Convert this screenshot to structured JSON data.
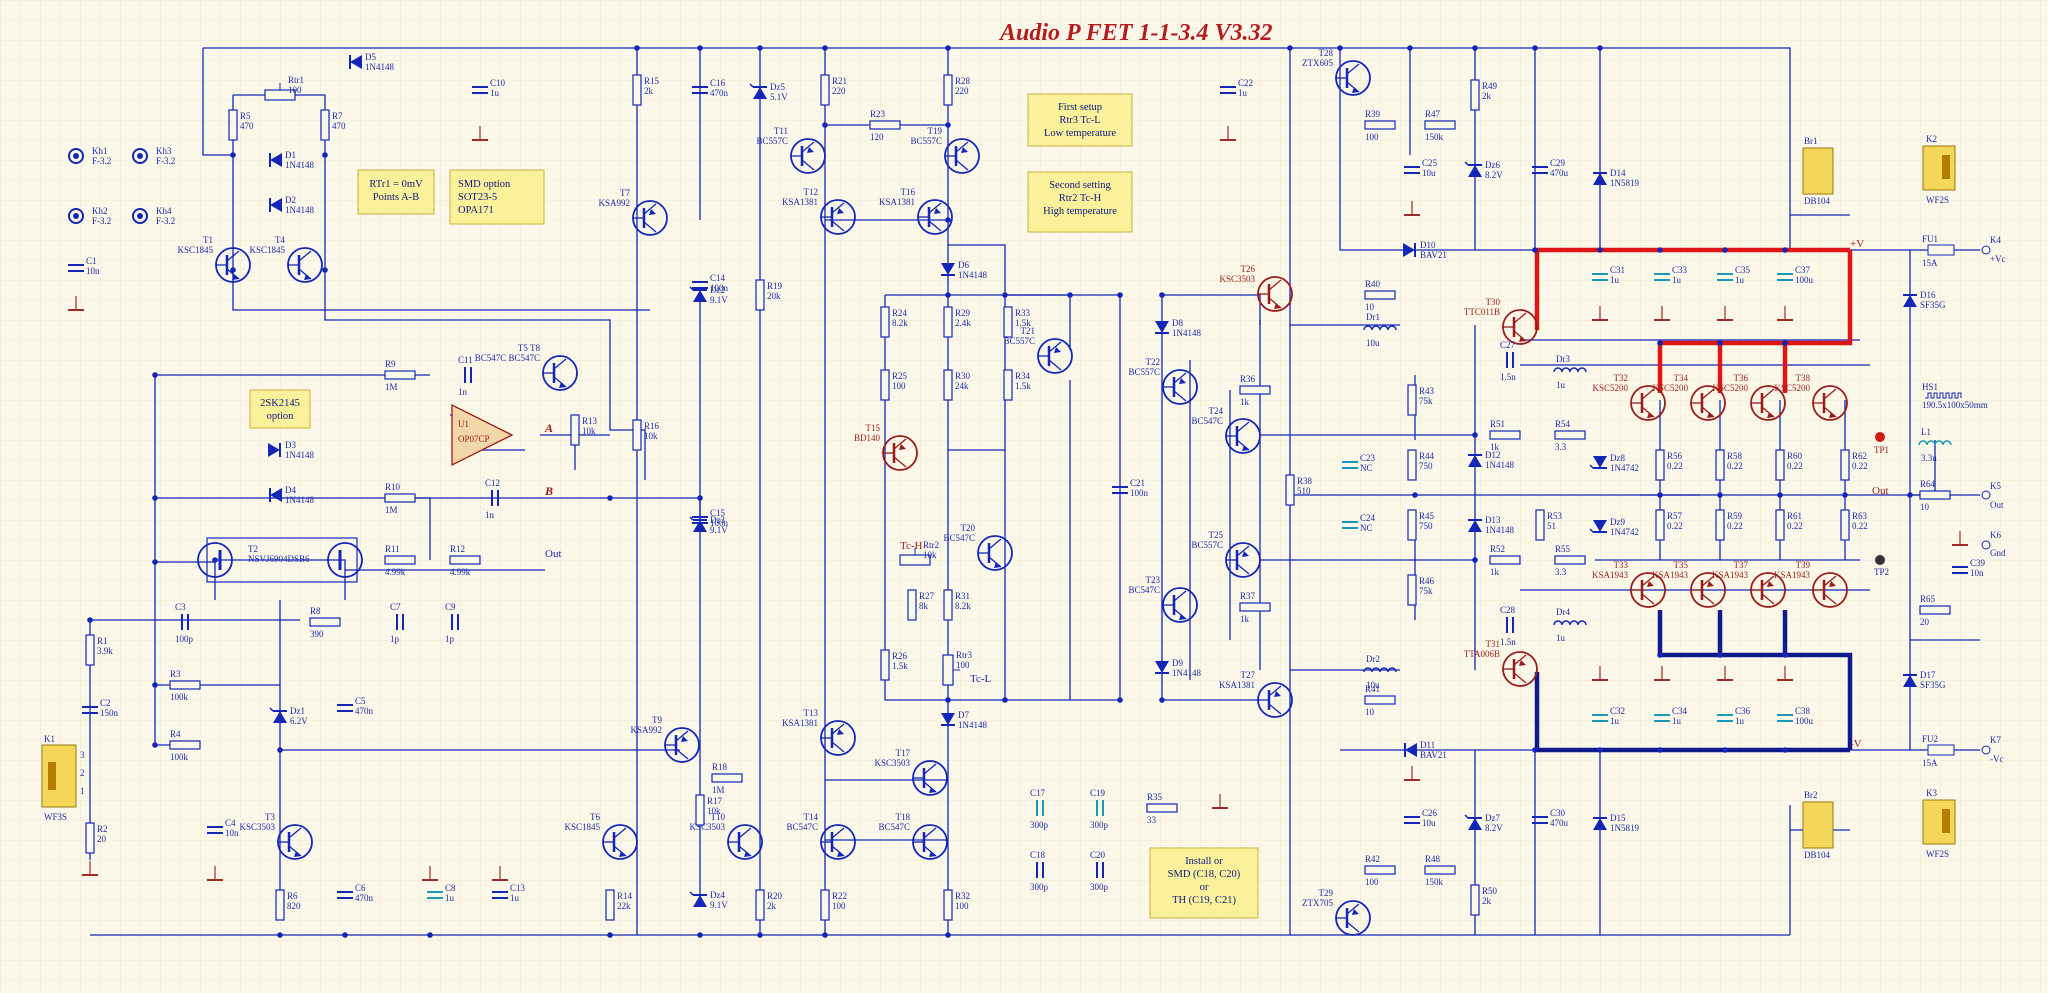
{
  "title": "Audio P FET 1-1-3.4 V3.32",
  "notes": {
    "first_setup": [
      "First setup",
      "Rtr3 Tc-L",
      "Low temperature"
    ],
    "second_setting": [
      "Second setting",
      "Rtr2 Tc-H",
      "High temperature"
    ],
    "rtr1": [
      "RTr1 = 0mV",
      "Points  A-B"
    ],
    "smd_option": [
      "SMD option",
      "SOT23-5",
      "OPA171"
    ],
    "sk2145": [
      "2SK2145",
      "option"
    ],
    "install": [
      "Install or",
      "SMD (C18, C20)",
      "or",
      "TH (C19, C21)"
    ]
  },
  "nets": {
    "a": "A",
    "b": "B",
    "out_small": "Out",
    "out": "Out",
    "plus_v": "+V",
    "minus_v": "-V",
    "tc_h": "Tc-H",
    "tc_l": "Tc-L"
  },
  "connectors": {
    "k1": {
      "ref": "K1",
      "val": "WF3S",
      "pins": [
        "3",
        "2",
        "1"
      ]
    },
    "k2": {
      "ref": "K2",
      "val": "WF2S"
    },
    "k3": {
      "ref": "K3",
      "val": "WF2S"
    },
    "k4": {
      "ref": "K4",
      "val": "+Vc"
    },
    "k5": {
      "ref": "K5",
      "val": "Out"
    },
    "k6": {
      "ref": "K6",
      "val": "Gnd"
    },
    "k7": {
      "ref": "K7",
      "val": "-Vc"
    },
    "tp1": "TP1",
    "tp2": "TP2"
  },
  "mounting": [
    {
      "ref": "Kh1",
      "val": "F-3.2"
    },
    {
      "ref": "Kh3",
      "val": "F-3.2"
    },
    {
      "ref": "Kh2",
      "val": "F-3.2"
    },
    {
      "ref": "Kh4",
      "val": "F-3.2"
    }
  ],
  "transistors": [
    {
      "ref": "T1",
      "val": "KSC1845"
    },
    {
      "ref": "T4",
      "val": "KSC1845"
    },
    {
      "ref": "T2",
      "val": "NSVJ6904DSB6"
    },
    {
      "ref": "T3",
      "val": "KSC3503"
    },
    {
      "ref": "T5 T8",
      "val": "BC547C BC547C"
    },
    {
      "ref": "T6",
      "val": "KSC1845"
    },
    {
      "ref": "T7",
      "val": "KSA992"
    },
    {
      "ref": "T9",
      "val": "KSA992"
    },
    {
      "ref": "T10",
      "val": "KSC3503"
    },
    {
      "ref": "T11",
      "val": "BC557C"
    },
    {
      "ref": "T12",
      "val": "KSA1381"
    },
    {
      "ref": "T13",
      "val": "KSA1381"
    },
    {
      "ref": "T14",
      "val": "BC547C"
    },
    {
      "ref": "T15",
      "val": "BD140"
    },
    {
      "ref": "T16",
      "val": "KSA1381"
    },
    {
      "ref": "T17",
      "val": "KSC3503"
    },
    {
      "ref": "T18",
      "val": "BC547C"
    },
    {
      "ref": "T19",
      "val": "BC557C"
    },
    {
      "ref": "T20",
      "val": "BC547C"
    },
    {
      "ref": "T21",
      "val": "BC557C"
    },
    {
      "ref": "T22",
      "val": "BC557C"
    },
    {
      "ref": "T23",
      "val": "BC547C"
    },
    {
      "ref": "T24",
      "val": "BC547C"
    },
    {
      "ref": "T25",
      "val": "BC557C"
    },
    {
      "ref": "T26",
      "val": "KSC3503"
    },
    {
      "ref": "T27",
      "val": "KSA1381"
    },
    {
      "ref": "T28",
      "val": "ZTX605"
    },
    {
      "ref": "T29",
      "val": "ZTX705"
    },
    {
      "ref": "T30",
      "val": "TTC011B"
    },
    {
      "ref": "T31",
      "val": "TTA006B"
    },
    {
      "ref": "T32",
      "val": "KSC5200"
    },
    {
      "ref": "T34",
      "val": "KSC5200"
    },
    {
      "ref": "T36",
      "val": "KSC5200"
    },
    {
      "ref": "T38",
      "val": "KSC5200"
    },
    {
      "ref": "T33",
      "val": "KSA1943"
    },
    {
      "ref": "T35",
      "val": "KSA1943"
    },
    {
      "ref": "T37",
      "val": "KSA1943"
    },
    {
      "ref": "T39",
      "val": "KSA1943"
    }
  ],
  "opamp": {
    "ref": "U1",
    "val": "OP07CP"
  },
  "resistors": [
    {
      "ref": "R1",
      "val": "3.9k"
    },
    {
      "ref": "R2",
      "val": "20"
    },
    {
      "ref": "R3",
      "val": "100k"
    },
    {
      "ref": "R4",
      "val": "100k"
    },
    {
      "ref": "R5",
      "val": "470"
    },
    {
      "ref": "R6",
      "val": "820"
    },
    {
      "ref": "R7",
      "val": "470"
    },
    {
      "ref": "R8",
      "val": "390"
    },
    {
      "ref": "R9",
      "val": "1M"
    },
    {
      "ref": "R10",
      "val": "1M"
    },
    {
      "ref": "R11",
      "val": "4.99k"
    },
    {
      "ref": "R12",
      "val": "4.99k"
    },
    {
      "ref": "R13",
      "val": "10k"
    },
    {
      "ref": "R14",
      "val": "22k"
    },
    {
      "ref": "R15",
      "val": "2k"
    },
    {
      "ref": "R16",
      "val": "10k"
    },
    {
      "ref": "R17",
      "val": "10k"
    },
    {
      "ref": "R18",
      "val": "1M"
    },
    {
      "ref": "R19",
      "val": "20k"
    },
    {
      "ref": "R20",
      "val": "2k"
    },
    {
      "ref": "R21",
      "val": "220"
    },
    {
      "ref": "R22",
      "val": "100"
    },
    {
      "ref": "R23",
      "val": "120"
    },
    {
      "ref": "R24",
      "val": "8.2k"
    },
    {
      "ref": "R25",
      "val": "100"
    },
    {
      "ref": "R26",
      "val": "1.5k"
    },
    {
      "ref": "R27",
      "val": "8k"
    },
    {
      "ref": "R28",
      "val": "220"
    },
    {
      "ref": "R29",
      "val": "2.4k"
    },
    {
      "ref": "R30",
      "val": "24k"
    },
    {
      "ref": "R31",
      "val": "8.2k"
    },
    {
      "ref": "R32",
      "val": "100"
    },
    {
      "ref": "R33",
      "val": "1.5k"
    },
    {
      "ref": "R34",
      "val": "1.5k"
    },
    {
      "ref": "R35",
      "val": "33"
    },
    {
      "ref": "R36",
      "val": "1k"
    },
    {
      "ref": "R37",
      "val": "1k"
    },
    {
      "ref": "R38",
      "val": "510"
    },
    {
      "ref": "R39",
      "val": "100"
    },
    {
      "ref": "R40",
      "val": "10"
    },
    {
      "ref": "R41",
      "val": "10"
    },
    {
      "ref": "R42",
      "val": "100"
    },
    {
      "ref": "R43",
      "val": "75k"
    },
    {
      "ref": "R44",
      "val": "750"
    },
    {
      "ref": "R45",
      "val": "750"
    },
    {
      "ref": "R46",
      "val": "75k"
    },
    {
      "ref": "R47",
      "val": "150k"
    },
    {
      "ref": "R48",
      "val": "150k"
    },
    {
      "ref": "R49",
      "val": "2k"
    },
    {
      "ref": "R50",
      "val": "2k"
    },
    {
      "ref": "R51",
      "val": "1k"
    },
    {
      "ref": "R52",
      "val": "1k"
    },
    {
      "ref": "R53",
      "val": "51"
    },
    {
      "ref": "R54",
      "val": "3.3"
    },
    {
      "ref": "R55",
      "val": "3.3"
    },
    {
      "ref": "R56",
      "val": "0.22"
    },
    {
      "ref": "R57",
      "val": "0.22"
    },
    {
      "ref": "R58",
      "val": "0.22"
    },
    {
      "ref": "R59",
      "val": "0.22"
    },
    {
      "ref": "R60",
      "val": "0.22"
    },
    {
      "ref": "R61",
      "val": "0.22"
    },
    {
      "ref": "R62",
      "val": "0.22"
    },
    {
      "ref": "R63",
      "val": "0.22"
    },
    {
      "ref": "R64",
      "val": "10"
    },
    {
      "ref": "R65",
      "val": "20"
    }
  ],
  "trimmers": [
    {
      "ref": "Rtr1",
      "val": "100"
    },
    {
      "ref": "Rtr2",
      "val": "10k"
    },
    {
      "ref": "Rtr3",
      "val": "100"
    }
  ],
  "capacitors": [
    {
      "ref": "C1",
      "val": "10n"
    },
    {
      "ref": "C2",
      "val": "150n"
    },
    {
      "ref": "C3",
      "val": "100p"
    },
    {
      "ref": "C4",
      "val": "10n"
    },
    {
      "ref": "C5",
      "val": "470n"
    },
    {
      "ref": "C6",
      "val": "470n"
    },
    {
      "ref": "C7",
      "val": "1p"
    },
    {
      "ref": "C8",
      "val": "1u"
    },
    {
      "ref": "C9",
      "val": "1p"
    },
    {
      "ref": "C10",
      "val": "1u"
    },
    {
      "ref": "C11",
      "val": "1n"
    },
    {
      "ref": "C12",
      "val": "1n"
    },
    {
      "ref": "C13",
      "val": "1u"
    },
    {
      "ref": "C14",
      "val": "100n"
    },
    {
      "ref": "C15",
      "val": "100n"
    },
    {
      "ref": "C16",
      "val": "470n"
    },
    {
      "ref": "C17",
      "val": "300p"
    },
    {
      "ref": "C18",
      "val": "300p"
    },
    {
      "ref": "C19",
      "val": "300p"
    },
    {
      "ref": "C20",
      "val": "300p"
    },
    {
      "ref": "C21",
      "val": "100n"
    },
    {
      "ref": "C22",
      "val": "1u"
    },
    {
      "ref": "C23",
      "val": "NC"
    },
    {
      "ref": "C24",
      "val": "NC"
    },
    {
      "ref": "C25",
      "val": "10u"
    },
    {
      "ref": "C26",
      "val": "10u"
    },
    {
      "ref": "C27",
      "val": "1.5n"
    },
    {
      "ref": "C28",
      "val": "1.5n"
    },
    {
      "ref": "C29",
      "val": "470u"
    },
    {
      "ref": "C30",
      "val": "470u"
    },
    {
      "ref": "C31",
      "val": "1u"
    },
    {
      "ref": "C32",
      "val": "1u"
    },
    {
      "ref": "C33",
      "val": "1u"
    },
    {
      "ref": "C34",
      "val": "1u"
    },
    {
      "ref": "C35",
      "val": "1u"
    },
    {
      "ref": "C36",
      "val": "1u"
    },
    {
      "ref": "C37",
      "val": "100u"
    },
    {
      "ref": "C38",
      "val": "100u"
    },
    {
      "ref": "C39",
      "val": "10n"
    }
  ],
  "diodes": [
    {
      "ref": "D1",
      "val": "1N4148"
    },
    {
      "ref": "D2",
      "val": "1N4148"
    },
    {
      "ref": "D3",
      "val": "1N4148"
    },
    {
      "ref": "D4",
      "val": "1N4148"
    },
    {
      "ref": "D5",
      "val": "1N4148"
    },
    {
      "ref": "D6",
      "val": "1N4148"
    },
    {
      "ref": "D7",
      "val": "1N4148"
    },
    {
      "ref": "D8",
      "val": "1N4148"
    },
    {
      "ref": "D9",
      "val": "1N4148"
    },
    {
      "ref": "D10",
      "val": "BAV21"
    },
    {
      "ref": "D11",
      "val": "BAV21"
    },
    {
      "ref": "D12",
      "val": "1N4148"
    },
    {
      "ref": "D13",
      "val": "1N4148"
    },
    {
      "ref": "D14",
      "val": "1N5819"
    },
    {
      "ref": "D15",
      "val": "1N5819"
    },
    {
      "ref": "D16",
      "val": "SF35G"
    },
    {
      "ref": "D17",
      "val": "SF35G"
    }
  ],
  "zeners": [
    {
      "ref": "Dz1",
      "val": "6.2V"
    },
    {
      "ref": "Dz2",
      "val": "9.1V"
    },
    {
      "ref": "Dz3",
      "val": "9.1V"
    },
    {
      "ref": "Dz4",
      "val": "9.1V"
    },
    {
      "ref": "Dz5",
      "val": "5.1V"
    },
    {
      "ref": "Dz6",
      "val": "8.2V"
    },
    {
      "ref": "Dz7",
      "val": "8.2V"
    },
    {
      "ref": "Dz8",
      "val": "1N4742"
    },
    {
      "ref": "Dz9",
      "val": "1N4742"
    }
  ],
  "inductors": [
    {
      "ref": "Dr1",
      "val": "10u"
    },
    {
      "ref": "Dr2",
      "val": "10u"
    },
    {
      "ref": "Dr3",
      "val": "1u"
    },
    {
      "ref": "Dr4",
      "val": "1u"
    },
    {
      "ref": "L1",
      "val": "3.3u"
    }
  ],
  "bridges": [
    {
      "ref": "Br1",
      "val": "DB104"
    },
    {
      "ref": "Br2",
      "val": "DB104"
    }
  ],
  "fuses": [
    {
      "ref": "FU1",
      "val": "15A"
    },
    {
      "ref": "FU2",
      "val": "15A"
    }
  ],
  "heatsink": {
    "ref": "HS1",
    "val": "190.5x100x50mm"
  },
  "colors": {
    "wire": "#1227b8",
    "bus_pos": "#e01515",
    "bus_neg": "#0f1a8c",
    "title": "#b41d1d",
    "note_bg": "#fbf19a",
    "page": "#fbf8ea"
  }
}
